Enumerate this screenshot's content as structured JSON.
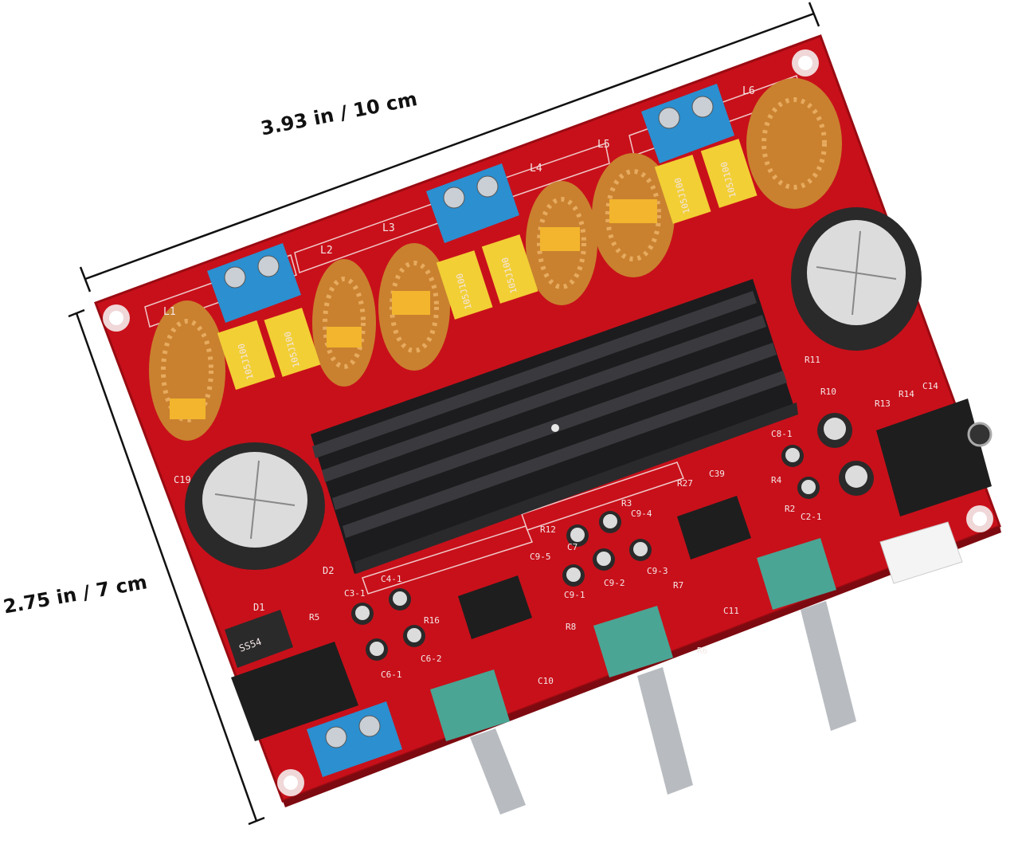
{
  "dimensions": {
    "width_label": "3.93 in / 10 cm",
    "height_label": "2.75 in / 7 cm"
  },
  "board": {
    "color": "#c8101a",
    "heatsink_color": "#1c1c1e",
    "inductor_color": "#c9812f",
    "capacitor_color": "#f2cf35",
    "terminal_color": "#2b8fd0",
    "potentiometer_color": "#4aa594",
    "inductor_labels": [
      "L1",
      "L2",
      "L3",
      "L4",
      "L5",
      "L6"
    ],
    "film_capacitor_marking": "105J100",
    "diode_marking": "SS54",
    "diode_label": "D1",
    "led_label": "D2",
    "big_cap_left_label": "C19",
    "small_labels": [
      "R11",
      "R10",
      "R13",
      "R14",
      "C14",
      "C8-1",
      "R4",
      "R2",
      "C2-1",
      "C9-4",
      "C9-5",
      "C9-3",
      "C9-2",
      "C9-1",
      "R12",
      "R3",
      "C7",
      "C3-1",
      "C4-1",
      "R5",
      "R16",
      "C6-1",
      "C6-2",
      "R8",
      "R7",
      "R6",
      "C10",
      "C11",
      "R27",
      "C39"
    ]
  }
}
